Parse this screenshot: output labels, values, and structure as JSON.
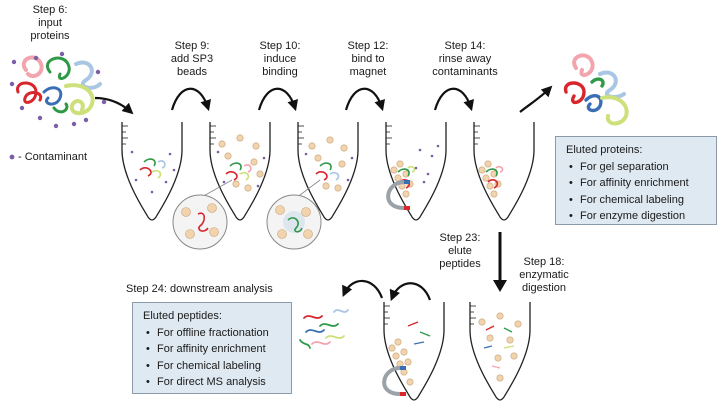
{
  "steps": [
    {
      "id": "step6",
      "lines": [
        "Step 6:",
        "input",
        "proteins"
      ]
    },
    {
      "id": "step9",
      "lines": [
        "Step 9:",
        "add SP3",
        "beads"
      ]
    },
    {
      "id": "step10",
      "lines": [
        "Step 10:",
        "induce",
        "binding"
      ]
    },
    {
      "id": "step12",
      "lines": [
        "Step 12:",
        "bind to",
        "magnet"
      ]
    },
    {
      "id": "step14",
      "lines": [
        "Step 14:",
        "rinse away",
        "contaminants"
      ]
    },
    {
      "id": "step18",
      "lines": [
        "Step 18:",
        "enzymatic",
        "digestion"
      ]
    },
    {
      "id": "step23",
      "lines": [
        "Step 23:",
        "elute",
        "peptides"
      ]
    },
    {
      "id": "step24",
      "lines": [
        "Step 24: downstream analysis"
      ]
    }
  ],
  "legend": {
    "contaminant_label": "- Contaminant"
  },
  "eluted_proteins": {
    "title": "Eluted proteins:",
    "items": [
      "For gel separation",
      "For affinity enrichment",
      "For chemical labeling",
      "For enzyme digestion"
    ]
  },
  "eluted_peptides": {
    "title": "Eluted peptides:",
    "items": [
      "For offline fractionation",
      "For affinity enrichment",
      "For chemical labeling",
      "For direct MS analysis"
    ]
  },
  "colors": {
    "background": "#ffffff",
    "info_box": "#dfe9f1",
    "bead": "#f1d3ad",
    "contaminant": "#7b5ea7",
    "protein_red": "#d8262c",
    "protein_green": "#2e9a48",
    "protein_blue": "#3a6fb5",
    "protein_pink": "#f3a5ad",
    "protein_lime": "#cde07a",
    "protein_lightblue": "#a9c6e4"
  }
}
